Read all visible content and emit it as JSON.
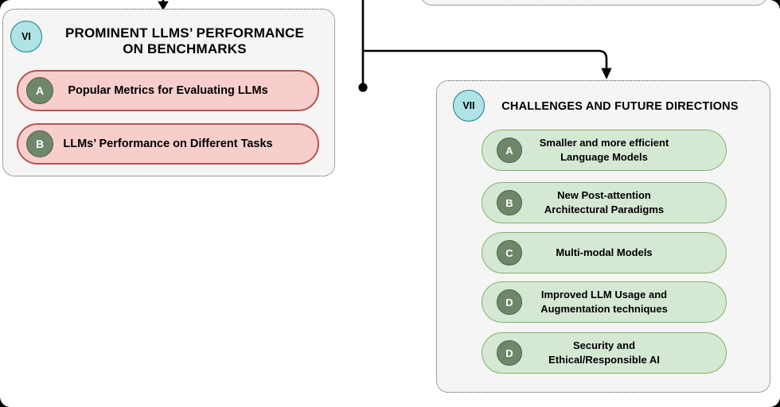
{
  "diagram": {
    "background": "#ffffff",
    "frame_color": "#000000",
    "panel_fill": "#f5f5f5",
    "connector_color": "#000000",
    "section_badge_fill": "#b0e3e6",
    "section_badge_stroke": "#0e8088",
    "item_badge_fill": "#6e8769",
    "item_badge_stroke": "#4b634b",
    "panels": {
      "vi": {
        "badge": "VI",
        "title_lines": [
          "PROMINENT LLMS’ PERFORMANCE",
          "ON BENCHMARKS"
        ],
        "item_fill": "#f8cecc",
        "item_stroke": "#b85450",
        "items": [
          {
            "badge": "A",
            "lines": [
              "Popular Metrics for Evaluating LLMs"
            ]
          },
          {
            "badge": "B",
            "lines": [
              "LLMs’ Performance on Different Tasks"
            ]
          }
        ]
      },
      "vii": {
        "badge": "VII",
        "title_lines": [
          "CHALLENGES AND FUTURE DIRECTIONS"
        ],
        "item_fill": "#d5e8d4",
        "item_stroke": "#82b366",
        "items": [
          {
            "badge": "A",
            "lines": [
              "Smaller and more efficient",
              "Language Models"
            ]
          },
          {
            "badge": "B",
            "lines": [
              "New Post-attention",
              "Architectural Paradigms"
            ]
          },
          {
            "badge": "C",
            "lines": [
              "Multi-modal Models"
            ]
          },
          {
            "badge": "D",
            "lines": [
              "Improved LLM Usage and",
              "Augmentation techniques"
            ]
          },
          {
            "badge": "D",
            "lines": [
              "Security and",
              "Ethical/Responsible AI"
            ]
          }
        ]
      }
    }
  }
}
